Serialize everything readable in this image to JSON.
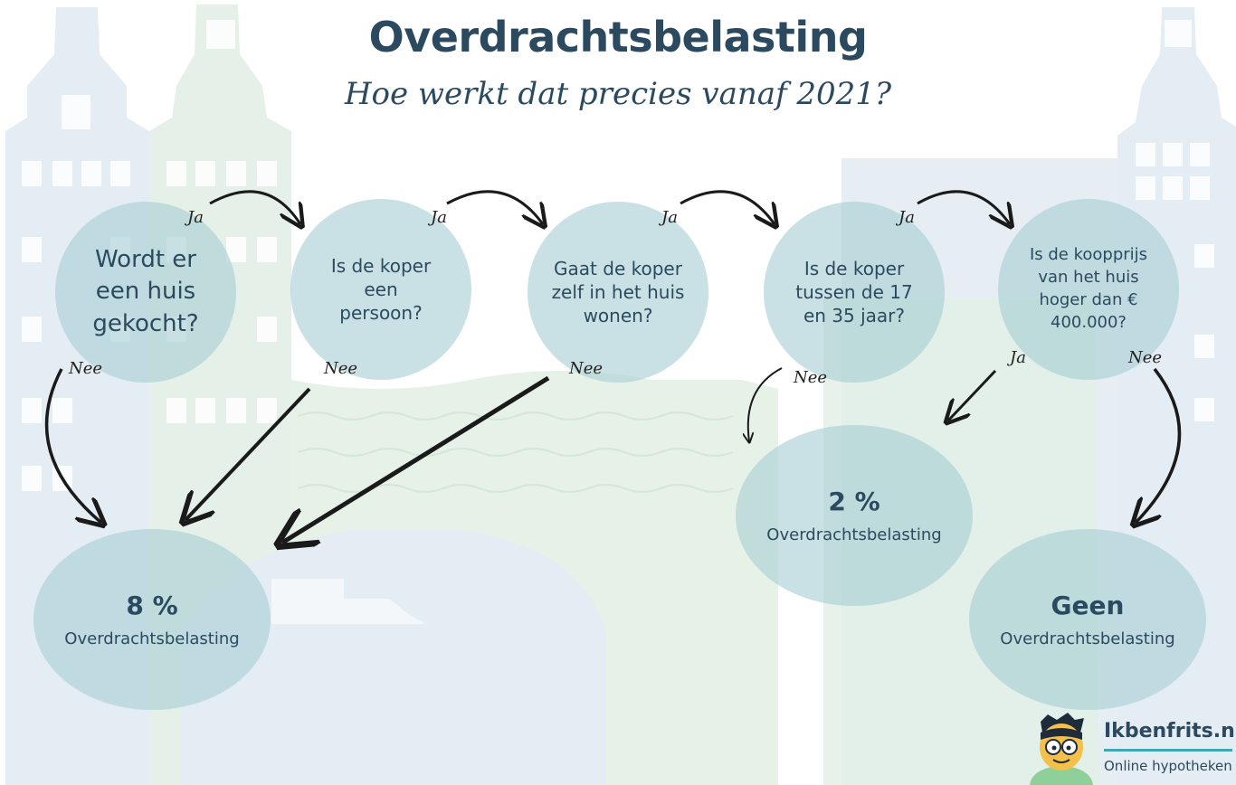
{
  "title": "Overdrachtsbelasting",
  "subtitle": "Hoe werkt dat precies vanaf 2021?",
  "questions": [
    "Wordt er een huis gekocht?",
    "Is de koper een persoon?",
    "Gaat de koper zelf in het huis wonen?",
    "Is de koper tussen de 17 en 35 jaar?",
    "Is de koopprijs van het huis hoger dan € 400.000?"
  ],
  "yes_label": "Ja",
  "no_label": "Nee",
  "results": {
    "r8": {
      "value": "8 %",
      "label": "Overdrachtsbelasting"
    },
    "r2": {
      "value": "2 %",
      "label": "Overdrachtsbelasting"
    },
    "none": {
      "value": "Geen",
      "label": "Overdrachtsbelasting"
    }
  },
  "logo": {
    "name": "Ikbenfrits.nl",
    "tagline": "Online hypotheken"
  },
  "colors": {
    "bubble": "#a8ced4",
    "text": "#2b4a60",
    "background_houses": "#e3ecf3",
    "background_green": "#e2efe6",
    "arrow": "#1a1a1a",
    "logo_accent": "#3fa7b5"
  }
}
